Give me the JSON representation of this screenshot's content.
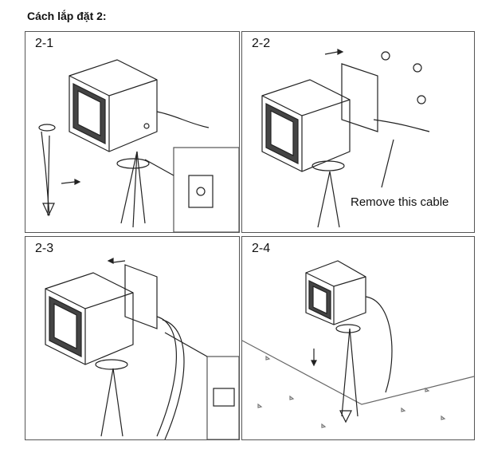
{
  "title": "Cách lắp đặt 2:",
  "panels": [
    {
      "label": "2-1"
    },
    {
      "label": "2-2",
      "note": "Remove this cable"
    },
    {
      "label": "2-3"
    },
    {
      "label": "2-4"
    }
  ]
}
